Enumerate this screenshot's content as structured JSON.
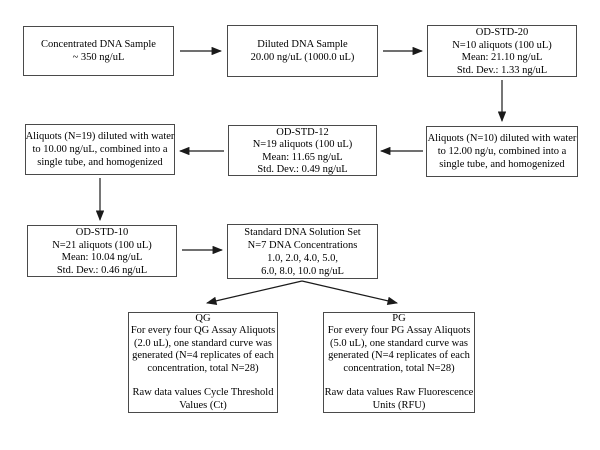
{
  "diagram": {
    "colors": {
      "background": "#ffffff",
      "box_border": "#4a4a4a",
      "arrow": "#1a1a1a",
      "text": "#000000"
    },
    "boxes": {
      "concentrated": {
        "lines": [
          "Concentrated DNA Sample",
          "~ 350 ng/uL"
        ]
      },
      "diluted": {
        "lines": [
          "Diluted DNA Sample",
          "20.00 ng/uL (1000.0 uL)"
        ]
      },
      "od_std_20": {
        "lines": [
          "OD-STD-20",
          "N=10 aliquots (100 uL)",
          "Mean: 21.10 ng/uL",
          "Std. Dev.: 1.33 ng/uL"
        ]
      },
      "aliquots_n10": {
        "lines": [
          "Aliquots (N=10) diluted with water",
          "to 12.00  ng/u, combined into a",
          "single tube, and homogenized"
        ]
      },
      "od_std_12": {
        "lines": [
          "OD-STD-12",
          "N=19 aliquots (100 uL)",
          "Mean: 11.65 ng/uL",
          "Std. Dev.: 0.49 ng/uL"
        ]
      },
      "aliquots_n19": {
        "lines": [
          "Aliquots (N=19) diluted with water",
          "to 10.00  ng/uL, combined into a",
          "single tube, and homogenized"
        ]
      },
      "od_std_10": {
        "lines": [
          "OD-STD-10",
          "N=21 aliquots (100 uL)",
          "Mean: 10.04 ng/uL",
          "Std. Dev.: 0.46 ng/uL"
        ]
      },
      "standard_set": {
        "lines": [
          "Standard DNA Solution Set",
          "N=7 DNA Concentrations",
          "1.0, 2.0, 4.0, 5.0,",
          "6.0, 8.0, 10.0 ng/uL"
        ]
      },
      "qg": {
        "lines": [
          "QG",
          "For every four QG Assay Aliquots",
          "(2.0 uL), one standard curve was",
          "generated (N=4 replicates of each",
          "concentration, total N=28)",
          "",
          "Raw data values Cycle Threshold",
          "Values (Ct)"
        ]
      },
      "pg": {
        "lines": [
          "PG",
          "For every four PG Assay Aliquots",
          "(5.0 uL), one standard curve was",
          "generated (N=4 replicates of each",
          "concentration, total N=28)",
          "",
          "Raw data values Raw Fluorescence",
          "Units (RFU)"
        ]
      }
    }
  }
}
